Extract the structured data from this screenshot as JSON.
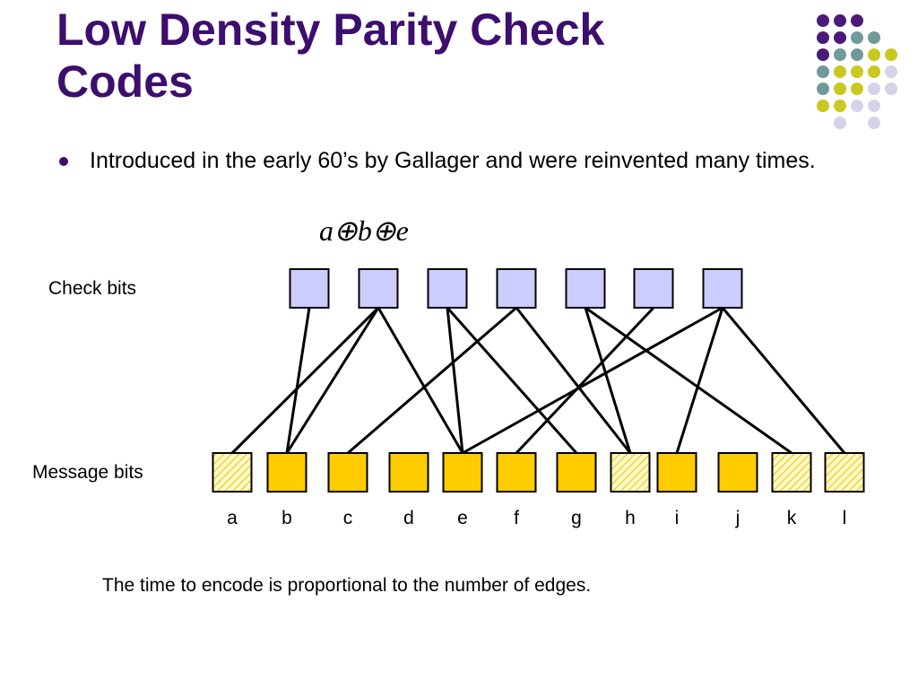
{
  "slide": {
    "title_line1": "Low Density Parity Check",
    "title_line2": "Codes",
    "bullet": "Introduced in the early 60’s by Gallager and were reinvented many times.",
    "formula": {
      "a": "a",
      "b": "b",
      "e": "e",
      "op": "⊕"
    },
    "check_label": "Check bits",
    "message_label": "Message bits",
    "footnote": "The time to encode is proportional to the number of edges."
  },
  "graph": {
    "check_nodes": 7,
    "message_bits": [
      {
        "label": "a",
        "style": "hatched"
      },
      {
        "label": "b",
        "style": "solid"
      },
      {
        "label": "c",
        "style": "solid"
      },
      {
        "label": "d",
        "style": "solid"
      },
      {
        "label": "e",
        "style": "solid"
      },
      {
        "label": "f",
        "style": "solid"
      },
      {
        "label": "g",
        "style": "solid"
      },
      {
        "label": "h",
        "style": "hatched"
      },
      {
        "label": "i",
        "style": "solid"
      },
      {
        "label": "j",
        "style": "solid"
      },
      {
        "label": "k",
        "style": "hatched"
      },
      {
        "label": "l",
        "style": "hatched"
      }
    ],
    "edges": [
      [
        0,
        1
      ],
      [
        1,
        0
      ],
      [
        1,
        1
      ],
      [
        1,
        4
      ],
      [
        2,
        4
      ],
      [
        2,
        6
      ],
      [
        3,
        2
      ],
      [
        3,
        7
      ],
      [
        4,
        7
      ],
      [
        4,
        10
      ],
      [
        5,
        5
      ],
      [
        6,
        4
      ],
      [
        6,
        8
      ],
      [
        6,
        11
      ]
    ]
  },
  "colors": {
    "title": "#3d0e6e",
    "check_fill": "#ccccff",
    "message_fill": "#ffcc00",
    "hatch_fill": "#fff8c8",
    "hatch_line": "#e8c400",
    "dot_purple": "#4b1a78",
    "dot_teal": "#6e9a9a",
    "dot_yellow": "#c8c81e",
    "dot_lavender": "#d4d4e8"
  }
}
